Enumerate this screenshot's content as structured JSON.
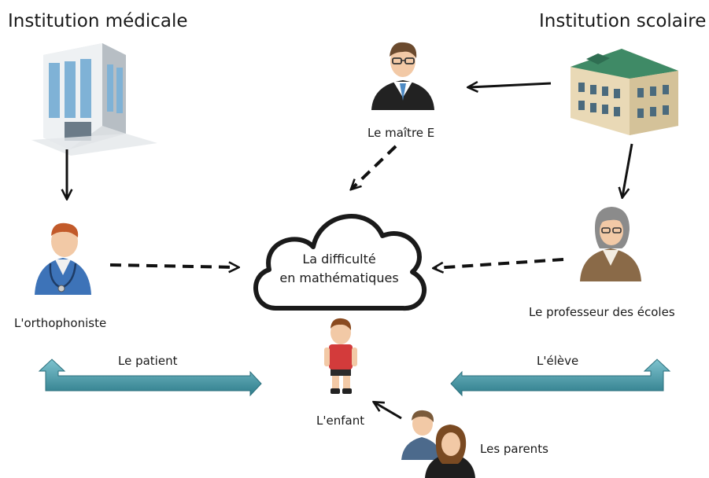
{
  "institutions": {
    "medical": "Institution médicale",
    "school": "Institution scolaire"
  },
  "center": {
    "line1": "La difficulté",
    "line2": "en mathématiques"
  },
  "actors": {
    "maitre_e": "Le maître E",
    "orthophoniste": "L'orthophoniste",
    "professeur": "Le professeur des écoles",
    "enfant": "L'enfant",
    "parents": "Les parents"
  },
  "relations": {
    "patient": "Le patient",
    "eleve": "L'élève"
  },
  "icons": {
    "hospital": "hospital-building-icon",
    "school": "school-building-icon",
    "teacher_man": "man-with-glasses-icon",
    "doctor": "doctor-stethoscope-icon",
    "teacher_woman": "woman-teacher-icon",
    "child": "child-icon",
    "parents": "parents-couple-icon",
    "cloud": "cloud-icon"
  },
  "colors": {
    "relation_arrow": "#3b8a98",
    "relation_arrow_light": "#6fb7c4",
    "arrow": "#111111"
  }
}
